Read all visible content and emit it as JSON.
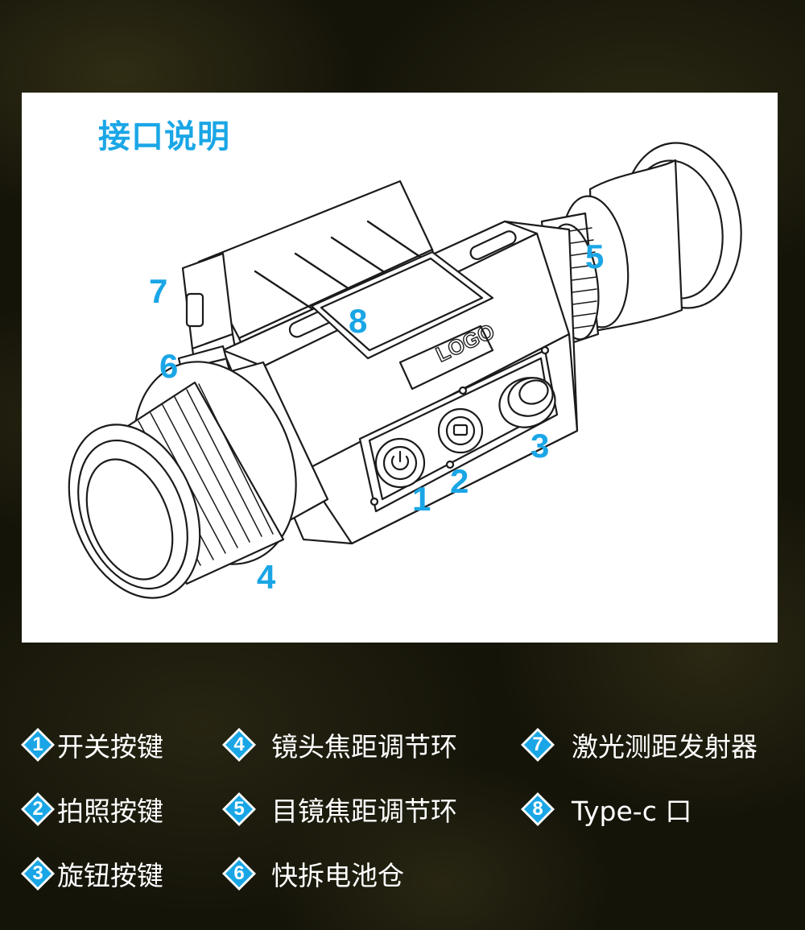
{
  "panel": {
    "title": "接口说明",
    "logo_text": "LOGO",
    "callouts": [
      "1",
      "2",
      "3",
      "4",
      "5",
      "6",
      "7",
      "8"
    ]
  },
  "legend": [
    {
      "number": "1",
      "label": "开关按键"
    },
    {
      "number": "2",
      "label": "拍照按键"
    },
    {
      "number": "3",
      "label": "旋钮按键"
    },
    {
      "number": "4",
      "label": "镜头焦距调节环"
    },
    {
      "number": "5",
      "label": "目镜焦距调节环"
    },
    {
      "number": "6",
      "label": "快拆电池仓"
    },
    {
      "number": "7",
      "label": "激光测距发射器"
    },
    {
      "number": "8",
      "label": "Type-c 口"
    }
  ],
  "colors": {
    "accent": "#1aa6e6",
    "background": "#151409",
    "panel": "#ffffff",
    "line_art": "#1b1b1b"
  }
}
